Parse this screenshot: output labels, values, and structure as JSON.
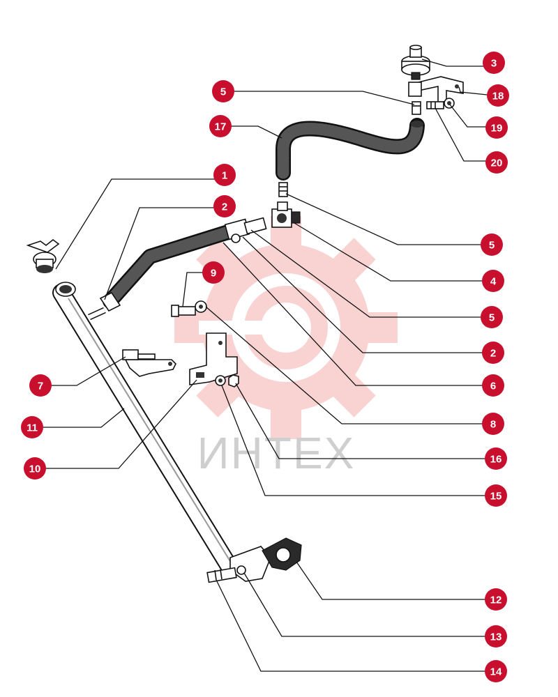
{
  "watermark": {
    "text": "ИНТЕХ",
    "color": "#f08080"
  },
  "callout_color": "#c8102e",
  "callouts": [
    {
      "id": "c1",
      "label": "1"
    },
    {
      "id": "c2a",
      "label": "2"
    },
    {
      "id": "c3",
      "label": "3"
    },
    {
      "id": "c5a",
      "label": "5"
    },
    {
      "id": "c18",
      "label": "18"
    },
    {
      "id": "c17",
      "label": "17"
    },
    {
      "id": "c19",
      "label": "19"
    },
    {
      "id": "c20",
      "label": "20"
    },
    {
      "id": "c5b",
      "label": "5"
    },
    {
      "id": "c4",
      "label": "4"
    },
    {
      "id": "c9",
      "label": "9"
    },
    {
      "id": "c5c",
      "label": "5"
    },
    {
      "id": "c2b",
      "label": "2"
    },
    {
      "id": "c7",
      "label": "7"
    },
    {
      "id": "c6",
      "label": "6"
    },
    {
      "id": "c11",
      "label": "11"
    },
    {
      "id": "c8",
      "label": "8"
    },
    {
      "id": "c16",
      "label": "16"
    },
    {
      "id": "c10",
      "label": "10"
    },
    {
      "id": "c15",
      "label": "15"
    },
    {
      "id": "c12",
      "label": "12"
    },
    {
      "id": "c13",
      "label": "13"
    },
    {
      "id": "c14",
      "label": "14"
    }
  ]
}
